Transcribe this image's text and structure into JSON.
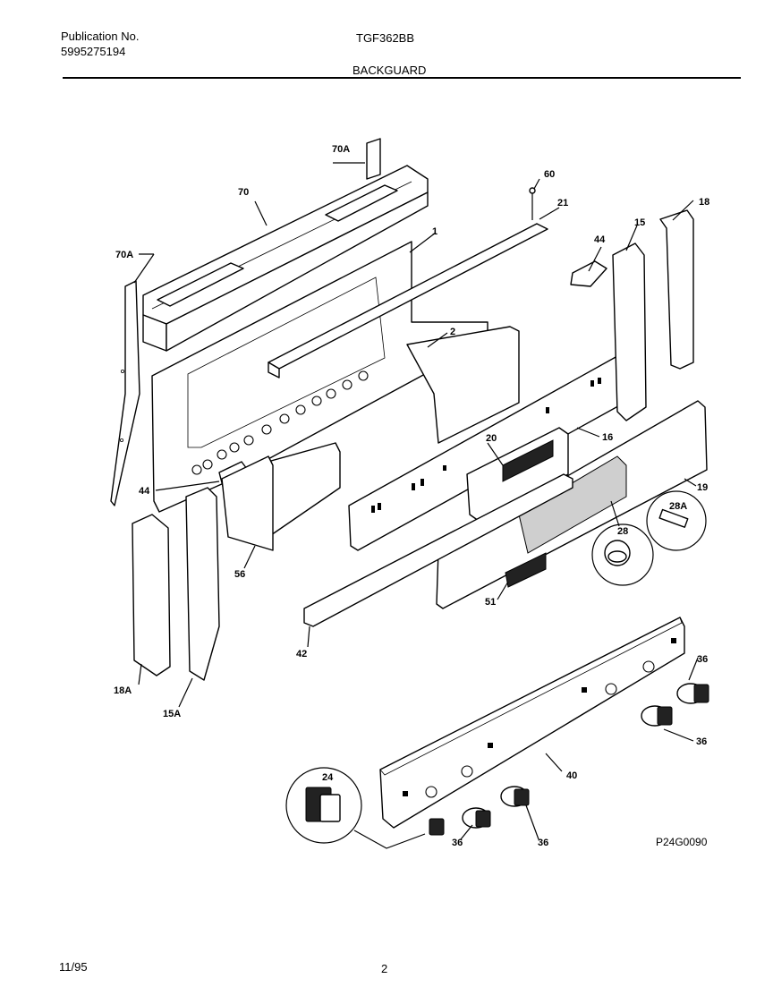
{
  "header": {
    "publication_label": "Publication No.",
    "publication_number": "5995275194",
    "model": "TGF362BB",
    "section_title": "BACKGUARD"
  },
  "footer": {
    "date": "11/95",
    "page_number": "2"
  },
  "diagram": {
    "drawing_id": "P24G0090",
    "callouts": [
      "70A",
      "70",
      "60",
      "21",
      "18",
      "15",
      "44",
      "1",
      "70A",
      "2",
      "20",
      "16",
      "19",
      "28A",
      "28",
      "44",
      "56",
      "51",
      "42",
      "18A",
      "15A",
      "36",
      "36",
      "40",
      "24",
      "36",
      "36"
    ]
  }
}
